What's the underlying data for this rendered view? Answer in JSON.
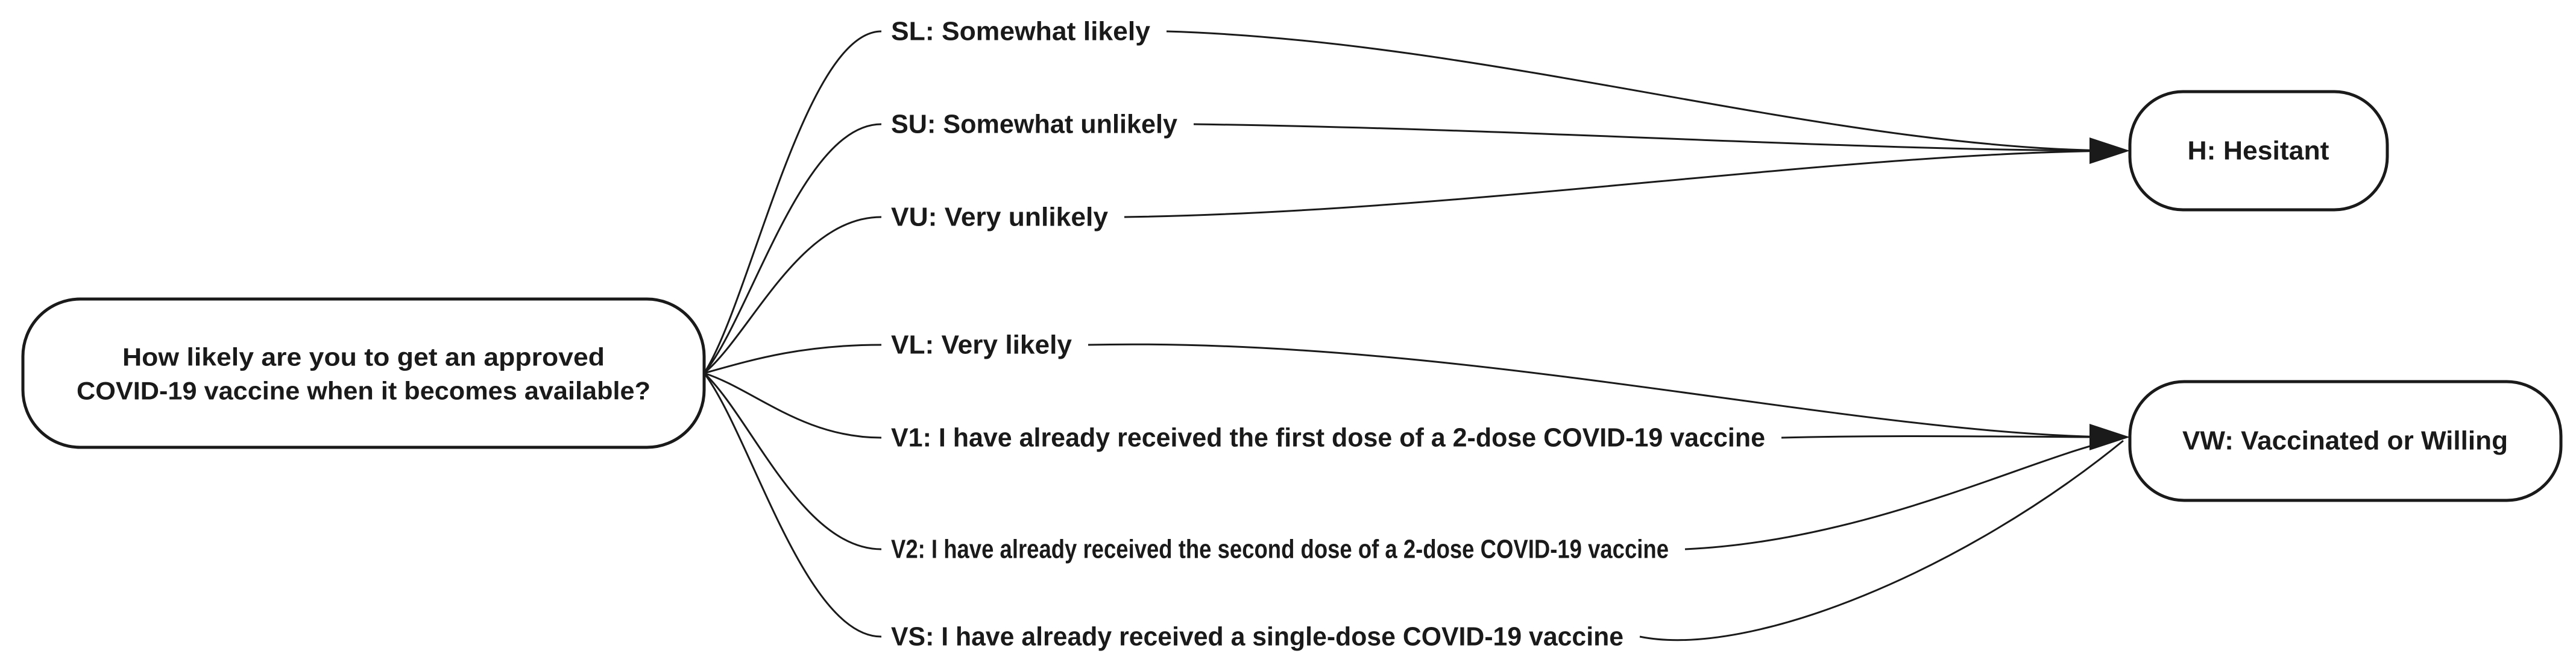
{
  "diagram": {
    "background_color": "#ffffff",
    "line_color": "#1a1a1a",
    "question_node": {
      "id": "Q",
      "line1": "How likely are you to get an approved",
      "line2": "COVID-19 vaccine when it becomes available?"
    },
    "response_options": [
      {
        "id": "SL",
        "label": "SL: Somewhat likely",
        "maps_to": "H"
      },
      {
        "id": "SU",
        "label": "SU: Somewhat unlikely",
        "maps_to": "H"
      },
      {
        "id": "VU",
        "label": "VU: Very unlikely",
        "maps_to": "H"
      },
      {
        "id": "VL",
        "label": "VL: Very likely",
        "maps_to": "VW"
      },
      {
        "id": "V1",
        "label": "V1: I have already received the first dose of a 2-dose COVID-19 vaccine",
        "maps_to": "VW"
      },
      {
        "id": "V2",
        "label": "V2: I have already received the second dose of a 2-dose COVID-19 vaccine",
        "maps_to": "VW"
      },
      {
        "id": "VS",
        "label": "VS: I have already received a single-dose COVID-19 vaccine",
        "maps_to": "VW"
      }
    ],
    "outcome_nodes": [
      {
        "id": "H",
        "label": "H: Hesitant"
      },
      {
        "id": "VW",
        "label": "VW: Vaccinated or Willing"
      }
    ]
  }
}
